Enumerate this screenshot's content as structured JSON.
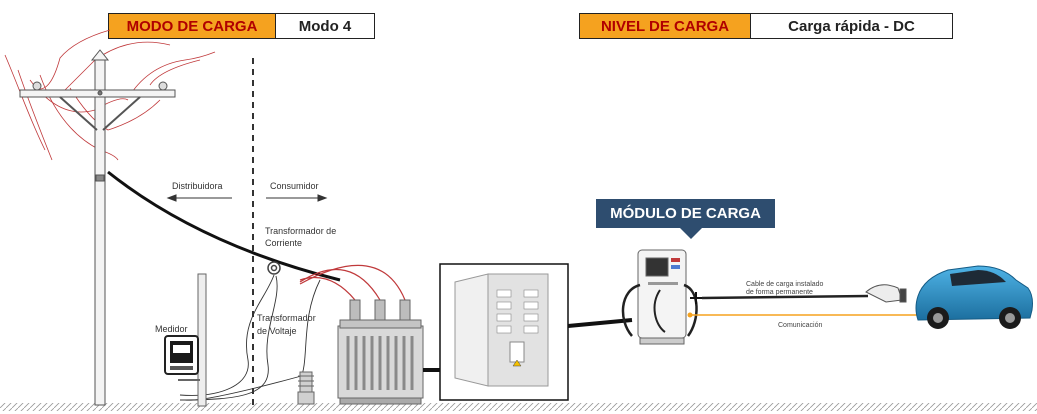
{
  "header": {
    "modo": {
      "key": "MODO DE CARGA",
      "value": "Modo 4"
    },
    "nivel": {
      "key": "NIVEL DE CARGA",
      "value": "Carga rápida - DC"
    }
  },
  "labels": {
    "distribuidora": "Distribuidora",
    "consumidor": "Consumidor",
    "transformador_corriente_1": "Transformador de",
    "transformador_corriente_2": "Corriente",
    "transformador_voltaje_1": "Transformador",
    "transformador_voltaje_2": "de Voltaje",
    "medidor": "Medidor",
    "cable_1": "Cable de carga instalado",
    "cable_2": "de forma permanente",
    "comunicacion": "Comunicación"
  },
  "charging_module": {
    "label": "MÓDULO DE CARGA"
  },
  "colors": {
    "orange_tag": "#f5a21f",
    "tag_text": "#b00000",
    "module_blue": "#2e4d6f",
    "communication_line": "#f5a21f",
    "car": "#2d8fc4",
    "wire_red": "#c0393b"
  }
}
